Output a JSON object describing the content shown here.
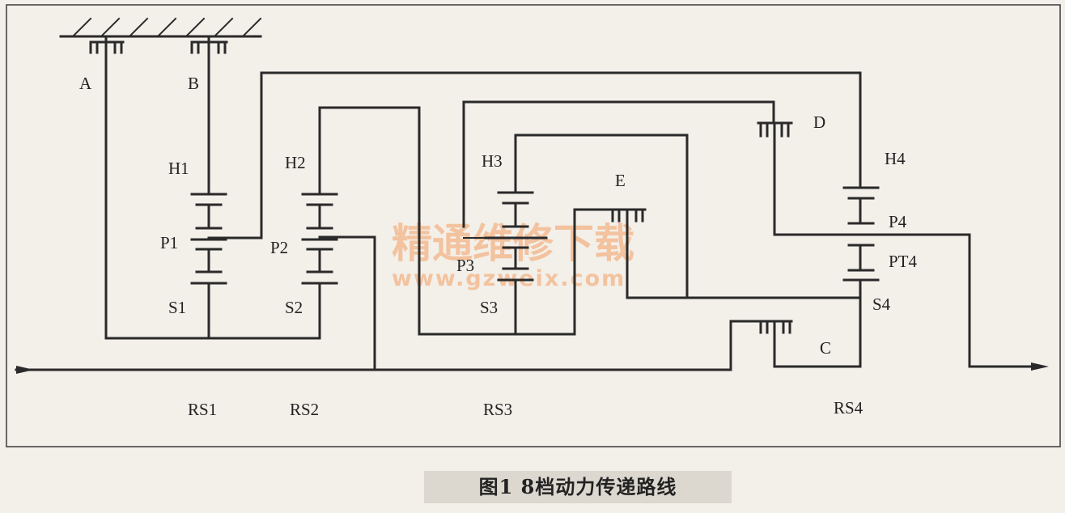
{
  "labels": {
    "A": "A",
    "B": "B",
    "C": "C",
    "D": "D",
    "E": "E",
    "H1": "H1",
    "H2": "H2",
    "H3": "H3",
    "H4": "H4",
    "P1": "P1",
    "P2": "P2",
    "P3": "P3",
    "P4": "P4",
    "PT4": "PT4",
    "S1": "S1",
    "S2": "S2",
    "S3": "S3",
    "S4": "S4",
    "RS1": "RS1",
    "RS2": "RS2",
    "RS3": "RS3",
    "RS4": "RS4"
  },
  "watermark": {
    "title": "精通维修下载",
    "url": "www.gzweix.com"
  },
  "caption": "图1 8档动力传递路线",
  "colors": {
    "line": "#2a2a2a",
    "background": "#f3efe9",
    "watermark": "#f3b88c",
    "caption_bg": "#dcd8d0"
  }
}
